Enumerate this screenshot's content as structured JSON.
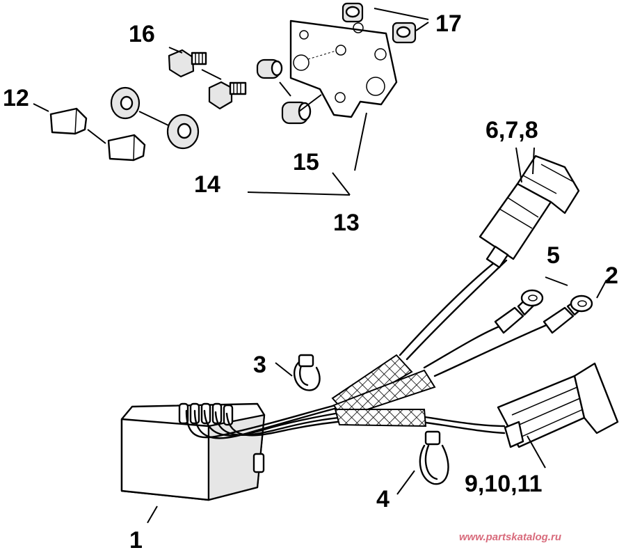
{
  "callouts": {
    "c1": "1",
    "c2": "2",
    "c3": "3",
    "c4": "4",
    "c5": "5",
    "c678": "6,7,8",
    "c91011": "9,10,11",
    "c12": "12",
    "c13": "13",
    "c14": "14",
    "c15": "15",
    "c16": "16",
    "c17": "17"
  },
  "watermark": "www.partskatalog.ru",
  "colors": {
    "ink": "#000000",
    "watermark": "#d86b7c",
    "background": "#ffffff"
  }
}
